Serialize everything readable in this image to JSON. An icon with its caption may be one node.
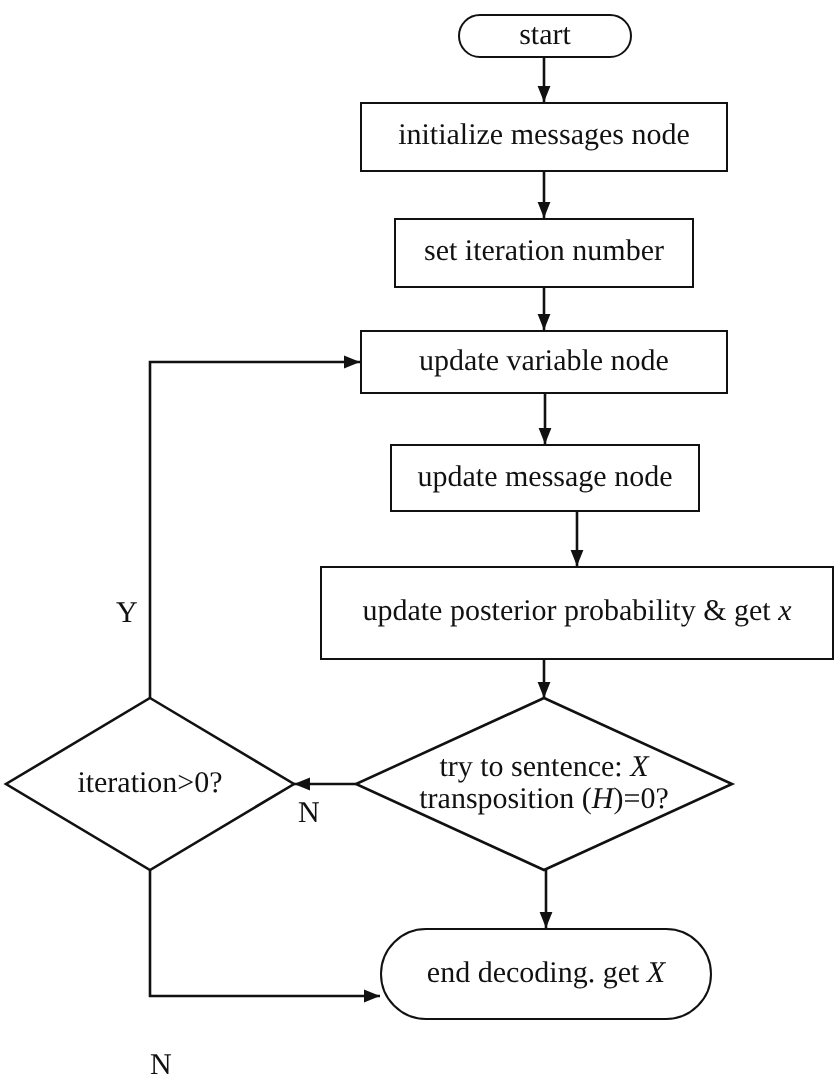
{
  "diagram": {
    "nodes": [
      {
        "text": [
          "start"
        ]
      },
      {
        "text": [
          "initialize messages node"
        ]
      },
      {
        "text": [
          "set iteration number"
        ]
      },
      {
        "text": [
          "update variable node"
        ]
      },
      {
        "text": [
          "update message node"
        ]
      },
      {
        "text": [
          "update posterior probability & get *x*"
        ]
      },
      {
        "text": [
          "try to sentence: *X* transposition (*H*)=0?"
        ]
      },
      {
        "text": [
          "iteration>0?"
        ]
      },
      {
        "text": [
          "end decoding. get *X*"
        ]
      }
    ],
    "edges": [
      {
        "from": 0,
        "to": 1,
        "arrow": "to"
      },
      {
        "from": 1,
        "to": 2,
        "arrow": "to"
      },
      {
        "from": 2,
        "to": 3,
        "arrow": "to"
      },
      {
        "from": 3,
        "to": 4,
        "arrow": "to"
      },
      {
        "from": 4,
        "to": 5,
        "arrow": "to"
      },
      {
        "from": 5,
        "to": 6,
        "arrow": "to"
      },
      {
        "from": 6,
        "to": 7,
        "arrow": "to",
        "label": "N"
      },
      {
        "from": 7,
        "to": 3,
        "arrow": "to",
        "label": "Y"
      },
      {
        "from": 6,
        "to": 8,
        "arrow": "to"
      },
      {
        "from": 7,
        "to": 8,
        "arrow": "to",
        "label": "N"
      }
    ]
  }
}
